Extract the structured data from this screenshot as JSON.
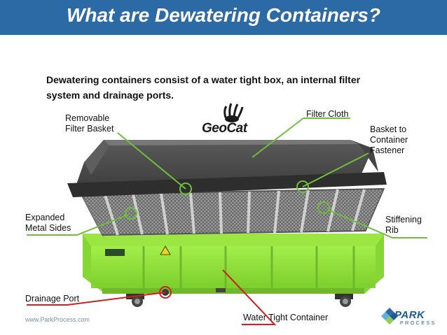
{
  "title": "What are Dewatering Containers?",
  "subtitle_line1": "Dewatering containers consist of a water tight box, an internal filter",
  "subtitle_line2": "system and drainage ports.",
  "labels": {
    "removable_filter_basket": [
      "Removable",
      "Filter Basket"
    ],
    "filter_cloth": "Filter Cloth",
    "basket_to_container_fastener": [
      "Basket to",
      "Container",
      "Fastener"
    ],
    "expanded_metal_sides": [
      "Expanded",
      "Metal Sides"
    ],
    "stiffening_rib": [
      "Stiffening",
      "Rib"
    ],
    "drainage_port": "Drainage Port",
    "water_tight_container": "Water Tight Container"
  },
  "brand_logo": "GeoCat",
  "footer_url": "www.ParkProcess.com",
  "park_logo": {
    "word1": "PARK",
    "word2": "PROCESS"
  },
  "colors": {
    "title_bar": "#2c6aa6",
    "callout_green": "#6fbf3a",
    "callout_red": "#d01f1f",
    "container_green": "#8fe33a",
    "filter_cloth": "#4d4d4d"
  }
}
